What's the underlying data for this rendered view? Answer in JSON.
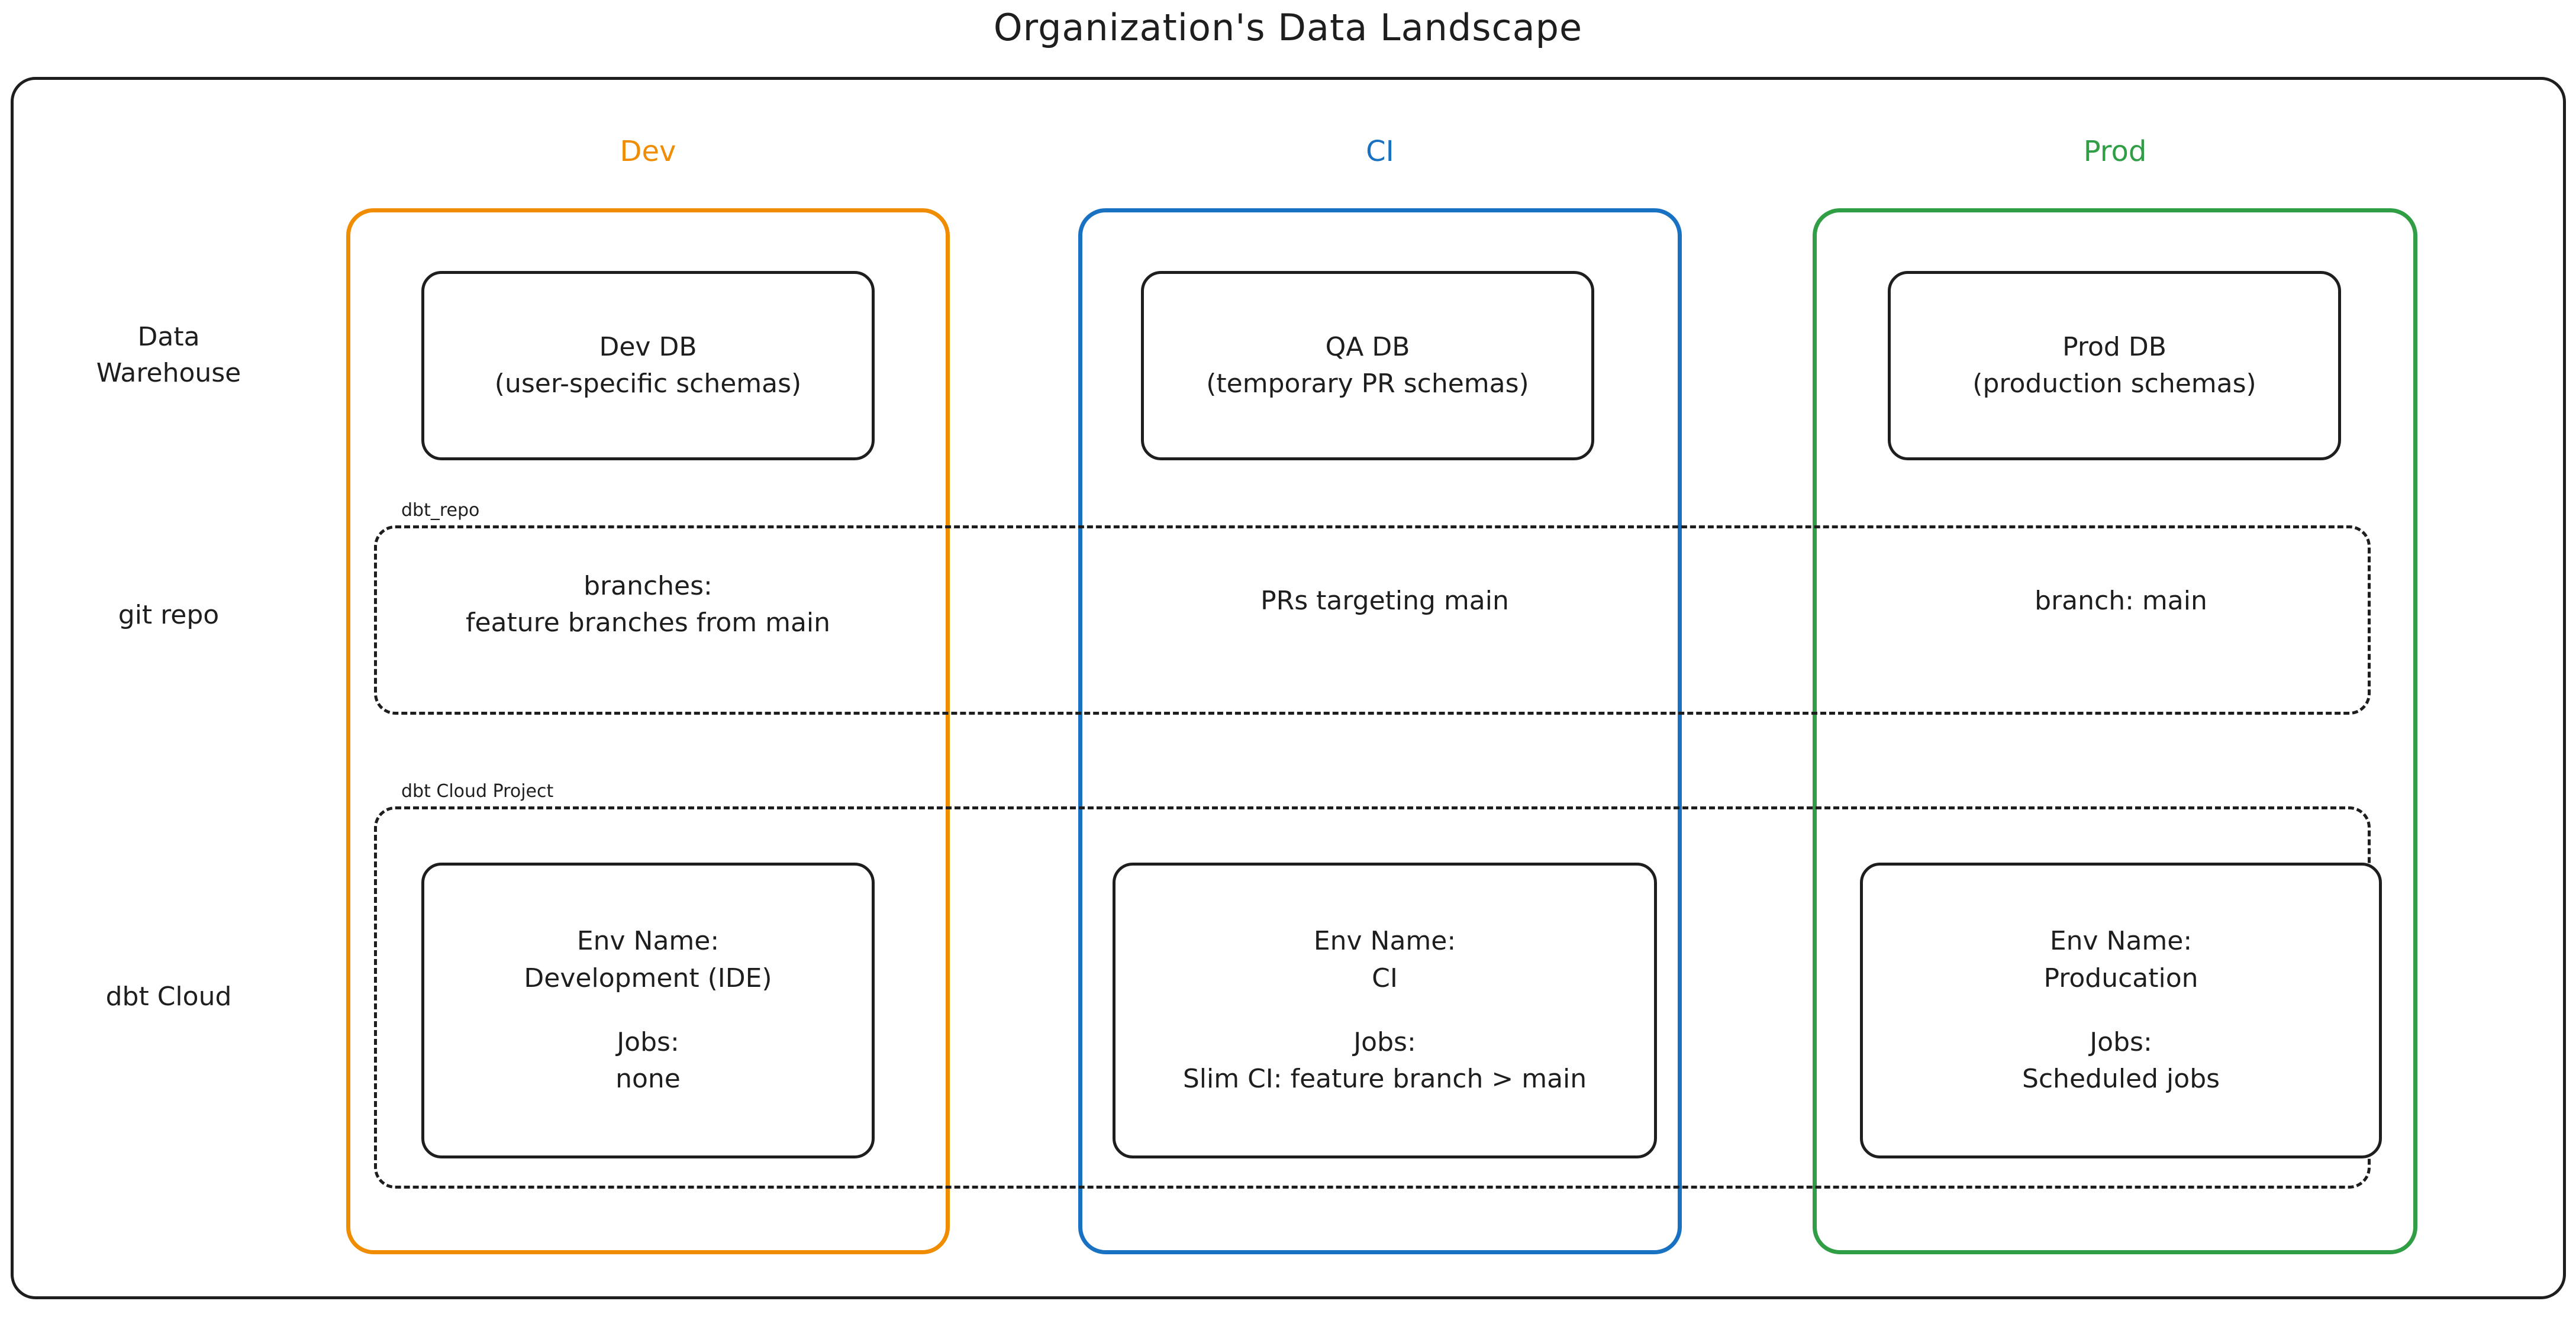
{
  "diagram": {
    "title": "Organization's Data Landscape"
  },
  "colors": {
    "dev": "#f08c00",
    "ci": "#1971c2",
    "prod": "#2f9e44",
    "stroke": "#1e1e1e",
    "background": "#ffffff"
  },
  "columns": [
    {
      "key": "dev",
      "label": "Dev"
    },
    {
      "key": "ci",
      "label": "CI"
    },
    {
      "key": "prod",
      "label": "Prod"
    }
  ],
  "rows": [
    {
      "key": "warehouse",
      "label": "Data\nWarehouse"
    },
    {
      "key": "git",
      "label": "git repo"
    },
    {
      "key": "dbt_cloud",
      "label": "dbt Cloud"
    }
  ],
  "groups": {
    "repo_label": "dbt_repo",
    "cloud_label": "dbt Cloud Project"
  },
  "warehouse": {
    "dev": {
      "line1": "Dev DB",
      "line2": "(user-specific schemas)"
    },
    "ci": {
      "line1": "QA DB",
      "line2": "(temporary PR schemas)"
    },
    "prod": {
      "line1": "Prod DB",
      "line2": "(production schemas)"
    }
  },
  "git": {
    "dev": "branches:\nfeature branches from main",
    "ci": "PRs targeting main",
    "prod": "branch: main"
  },
  "dbt_cloud": {
    "dev": {
      "env_name_label": "Env Name:",
      "env_name_value": "Development (IDE)",
      "jobs_label": "Jobs:",
      "jobs_value": "none"
    },
    "ci": {
      "env_name_label": "Env Name:",
      "env_name_value": "CI",
      "jobs_label": "Jobs:",
      "jobs_value": "Slim CI: feature branch > main"
    },
    "prod": {
      "env_name_label": "Env Name:",
      "env_name_value": "Producation",
      "jobs_label": "Jobs:",
      "jobs_value": "Scheduled jobs"
    }
  }
}
